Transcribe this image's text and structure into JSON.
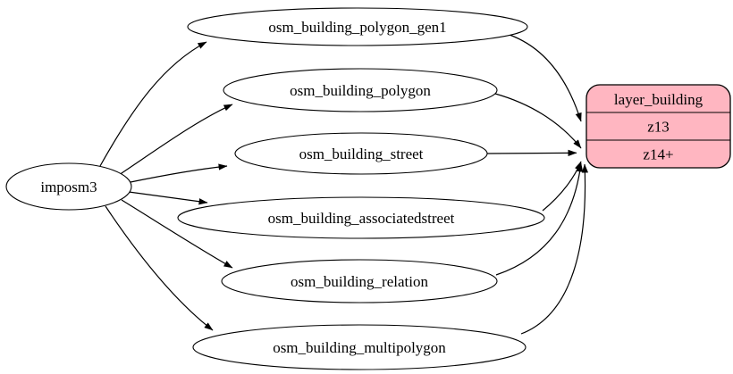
{
  "diagram": {
    "background_color": "#ffffff",
    "edge_color": "#000000",
    "nodes": {
      "imposm3": {
        "label": "imposm3",
        "shape": "ellipse"
      },
      "osm_building_polygon_gen1": {
        "label": "osm_building_polygon_gen1",
        "shape": "ellipse"
      },
      "osm_building_polygon": {
        "label": "osm_building_polygon",
        "shape": "ellipse"
      },
      "osm_building_street": {
        "label": "osm_building_street",
        "shape": "ellipse"
      },
      "osm_building_associatedstreet": {
        "label": "osm_building_associatedstreet",
        "shape": "ellipse"
      },
      "osm_building_relation": {
        "label": "osm_building_relation",
        "shape": "ellipse"
      },
      "osm_building_multipolygon": {
        "label": "osm_building_multipolygon",
        "shape": "ellipse"
      }
    },
    "record": {
      "title": "layer_building",
      "rows": [
        "z13",
        "z14+"
      ],
      "fill": "#FFB6C1",
      "shape": "rounded-record"
    },
    "edges": [
      {
        "from": "imposm3",
        "to": "osm_building_polygon_gen1"
      },
      {
        "from": "imposm3",
        "to": "osm_building_polygon"
      },
      {
        "from": "imposm3",
        "to": "osm_building_street"
      },
      {
        "from": "imposm3",
        "to": "osm_building_associatedstreet"
      },
      {
        "from": "imposm3",
        "to": "osm_building_relation"
      },
      {
        "from": "imposm3",
        "to": "osm_building_multipolygon"
      },
      {
        "from": "osm_building_polygon_gen1",
        "to": "layer_building",
        "port": "z13"
      },
      {
        "from": "osm_building_polygon",
        "to": "layer_building",
        "port": "z14+"
      },
      {
        "from": "osm_building_street",
        "to": "layer_building",
        "port": "z14+"
      },
      {
        "from": "osm_building_associatedstreet",
        "to": "layer_building",
        "port": "z14+"
      },
      {
        "from": "osm_building_relation",
        "to": "layer_building",
        "port": "z14+"
      },
      {
        "from": "osm_building_multipolygon",
        "to": "layer_building",
        "port": "z14+"
      }
    ]
  }
}
